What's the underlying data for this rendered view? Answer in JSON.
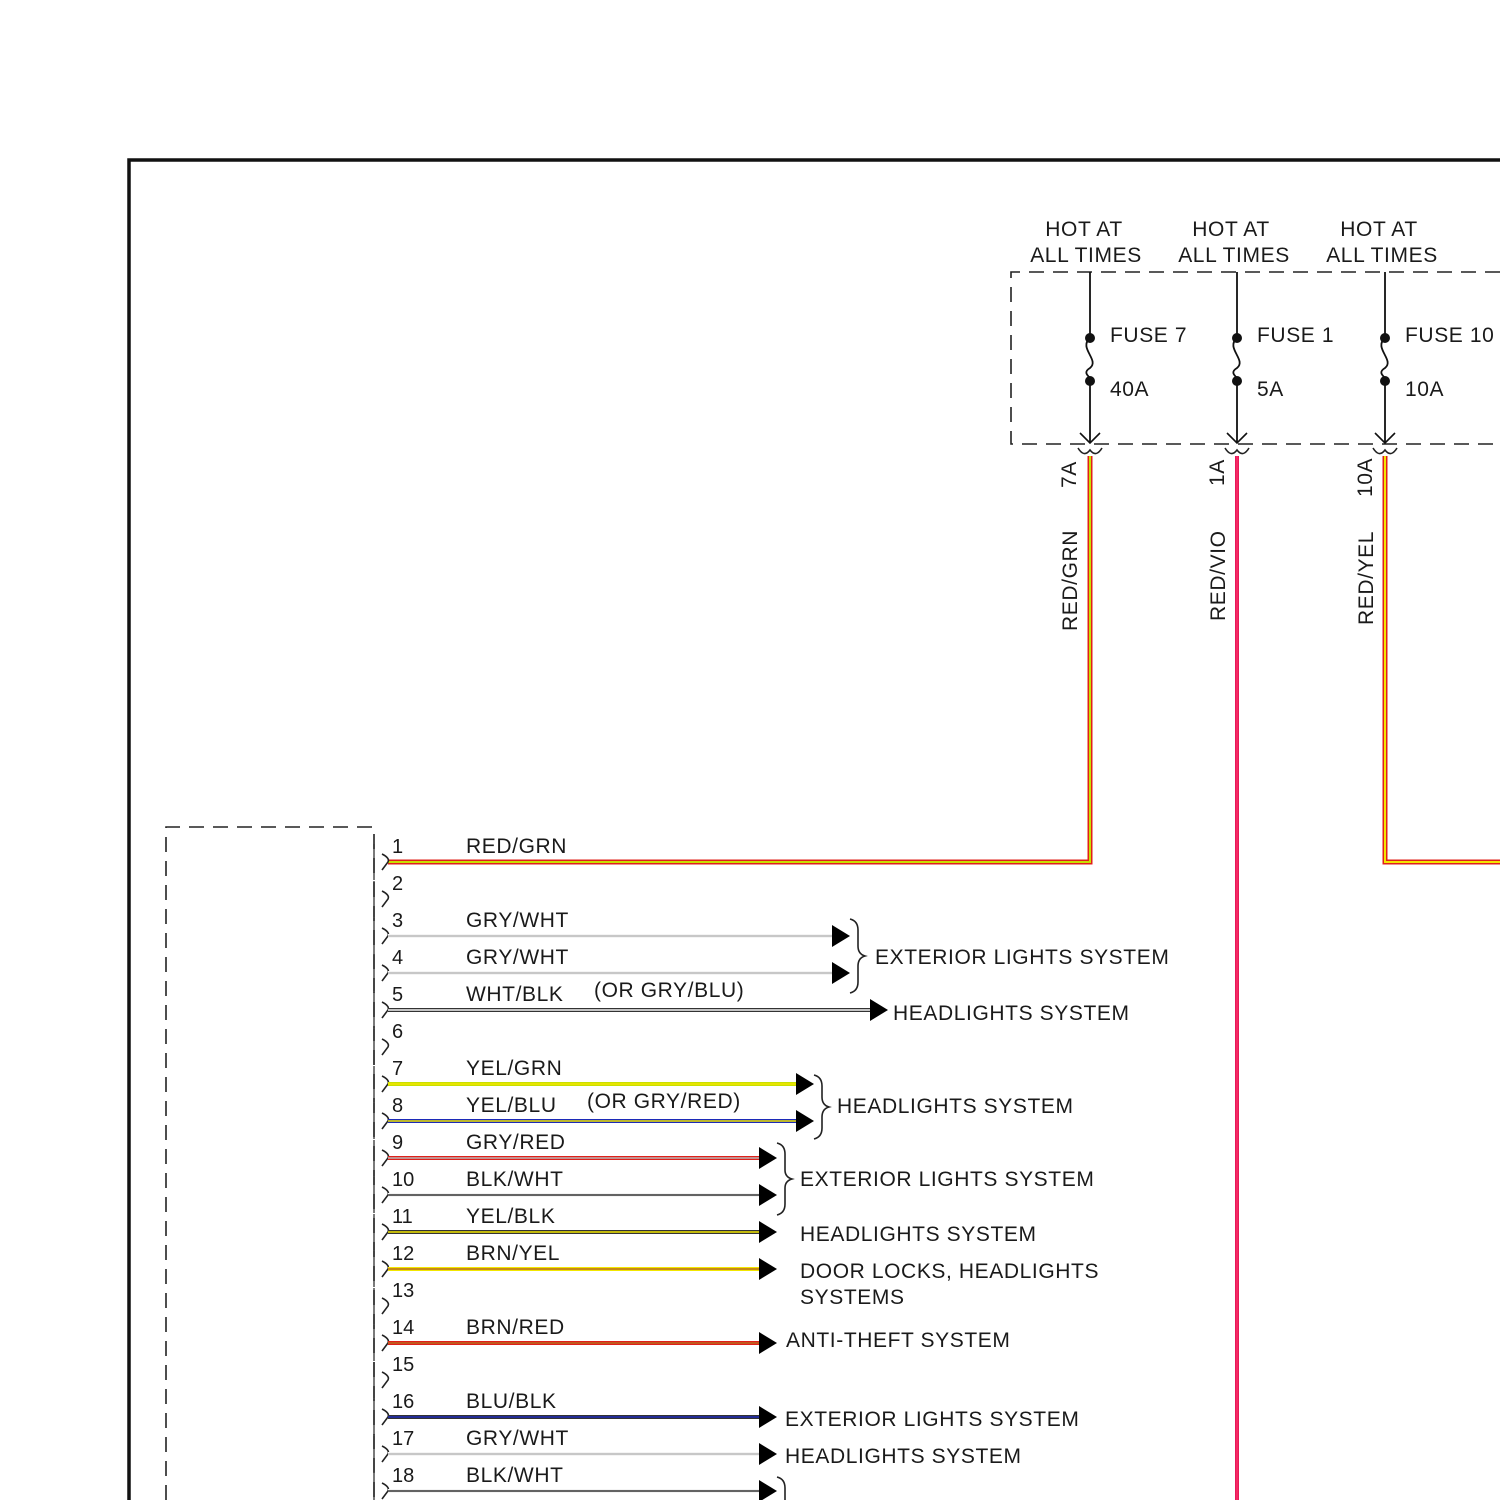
{
  "power_sources": [
    {
      "label_line1": "HOT AT",
      "label_line2": "ALL TIMES",
      "fuse": "FUSE 7",
      "rating": "40A",
      "terminal": "7A",
      "wire": "RED/GRN"
    },
    {
      "label_line1": "HOT AT",
      "label_line2": "ALL TIMES",
      "fuse": "FUSE 1",
      "rating": "5A",
      "terminal": "1A",
      "wire": "RED/VIO"
    },
    {
      "label_line1": "HOT AT",
      "label_line2": "ALL TIMES",
      "fuse": "FUSE 10",
      "rating": "10A",
      "terminal": "10A",
      "wire": "RED/YEL"
    }
  ],
  "pins": [
    {
      "num": "1",
      "wire": "RED/GRN",
      "note": ""
    },
    {
      "num": "2",
      "wire": "",
      "note": ""
    },
    {
      "num": "3",
      "wire": "GRY/WHT",
      "note": ""
    },
    {
      "num": "4",
      "wire": "GRY/WHT",
      "note": ""
    },
    {
      "num": "5",
      "wire": "WHT/BLK",
      "note": "(OR GRY/BLU)"
    },
    {
      "num": "6",
      "wire": "",
      "note": ""
    },
    {
      "num": "7",
      "wire": "YEL/GRN",
      "note": ""
    },
    {
      "num": "8",
      "wire": "YEL/BLU",
      "note": "(OR GRY/RED)"
    },
    {
      "num": "9",
      "wire": "GRY/RED",
      "note": ""
    },
    {
      "num": "10",
      "wire": "BLK/WHT",
      "note": ""
    },
    {
      "num": "11",
      "wire": "YEL/BLK",
      "note": ""
    },
    {
      "num": "12",
      "wire": "BRN/YEL",
      "note": ""
    },
    {
      "num": "13",
      "wire": "",
      "note": ""
    },
    {
      "num": "14",
      "wire": "BRN/RED",
      "note": ""
    },
    {
      "num": "15",
      "wire": "",
      "note": ""
    },
    {
      "num": "16",
      "wire": "BLU/BLK",
      "note": ""
    },
    {
      "num": "17",
      "wire": "GRY/WHT",
      "note": ""
    },
    {
      "num": "18",
      "wire": "BLK/WHT",
      "note": ""
    }
  ],
  "destinations": {
    "d_3_4": "EXTERIOR LIGHTS SYSTEM",
    "d_5": "HEADLIGHTS SYSTEM",
    "d_7_8": "HEADLIGHTS SYSTEM",
    "d_9_10": "EXTERIOR LIGHTS SYSTEM",
    "d_11": "HEADLIGHTS SYSTEM",
    "d_12_line1": "DOOR LOCKS, HEADLIGHTS",
    "d_12_line2": "SYSTEMS",
    "d_14": "ANTI-THEFT SYSTEM",
    "d_16": "EXTERIOR LIGHTS SYSTEM",
    "d_17": "HEADLIGHTS SYSTEM"
  },
  "colors": {
    "red": "#e0201a",
    "grn": "#c8e000",
    "yel": "#f2e600",
    "vio": "#d62a8e",
    "gry": "#b8b8b8",
    "wht": "#f4f4f4",
    "blk": "#333333",
    "blu": "#1c2ab8",
    "brn": "#b86a1e",
    "redvio": "#e8185a"
  }
}
